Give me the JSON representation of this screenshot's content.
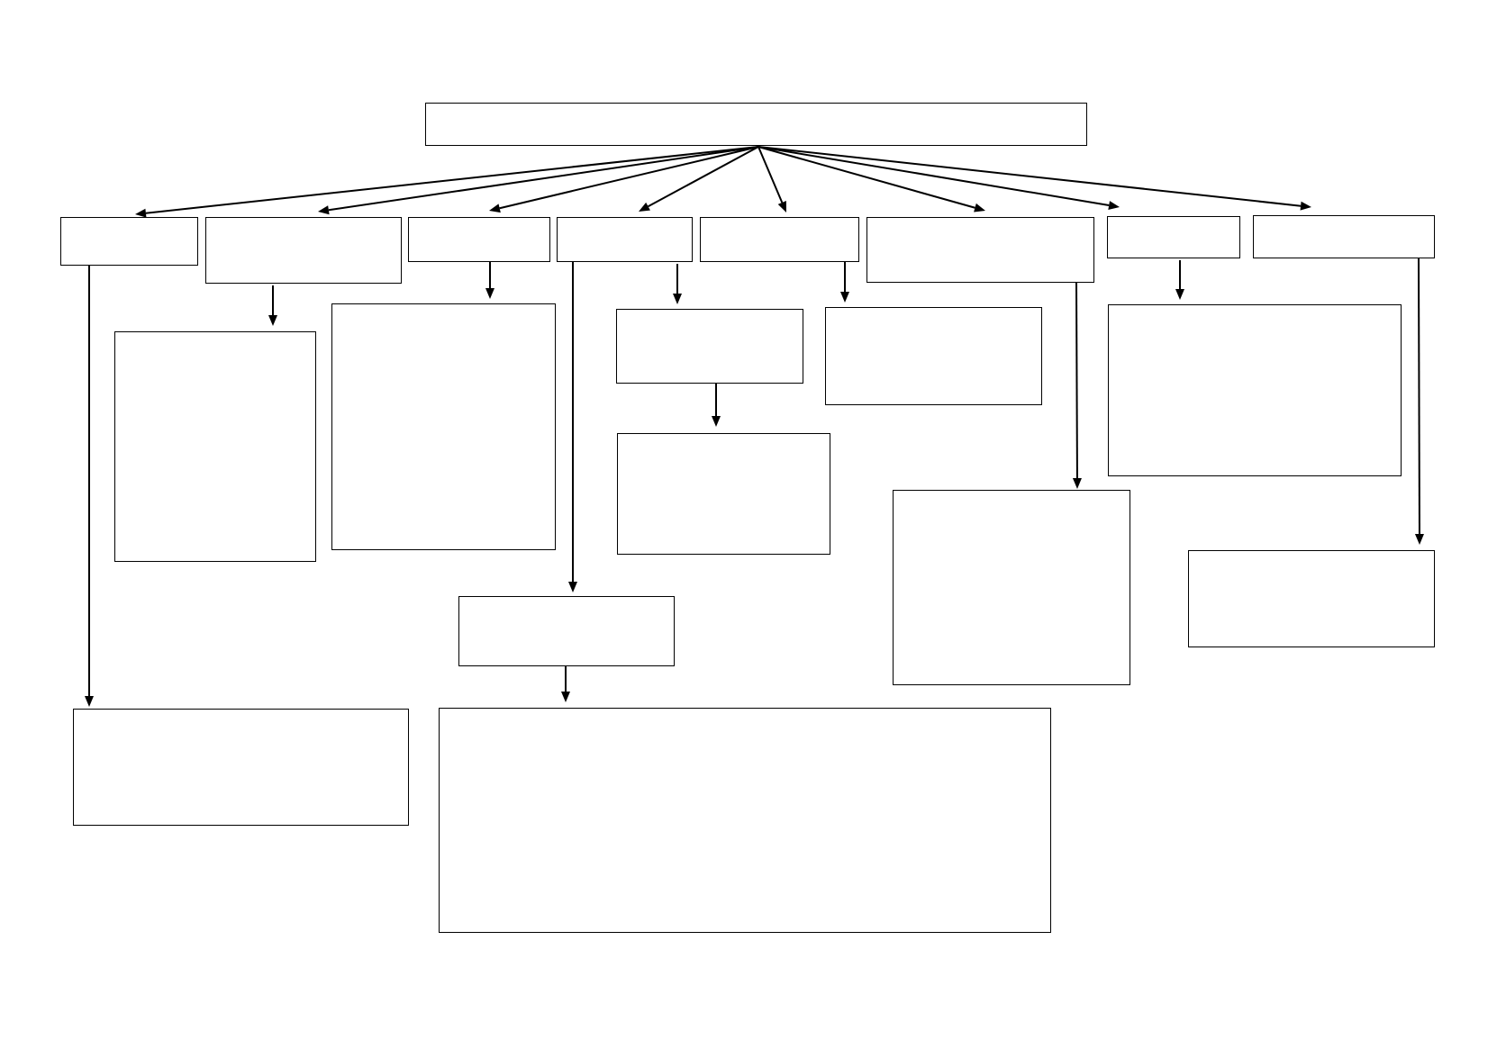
{
  "diagram": {
    "type": "blank-concept-map",
    "colors": {
      "background": "#ffffff",
      "stroke": "#000000"
    },
    "nodes": [
      {
        "id": "root",
        "text": ""
      },
      {
        "id": "l1-a",
        "text": ""
      },
      {
        "id": "l1-b",
        "text": ""
      },
      {
        "id": "l1-c",
        "text": ""
      },
      {
        "id": "l1-d",
        "text": ""
      },
      {
        "id": "l1-e",
        "text": ""
      },
      {
        "id": "l1-f",
        "text": ""
      },
      {
        "id": "l1-g",
        "text": ""
      },
      {
        "id": "l1-h",
        "text": ""
      },
      {
        "id": "b-under-b",
        "text": ""
      },
      {
        "id": "c-under-c",
        "text": ""
      },
      {
        "id": "d-mid",
        "text": ""
      },
      {
        "id": "d-lower",
        "text": ""
      },
      {
        "id": "e-under-e",
        "text": ""
      },
      {
        "id": "g-under-g",
        "text": ""
      },
      {
        "id": "f-lower",
        "text": ""
      },
      {
        "id": "h-lower",
        "text": ""
      },
      {
        "id": "d-bottom-small",
        "text": ""
      },
      {
        "id": "a-bottom",
        "text": ""
      },
      {
        "id": "bottom-large",
        "text": ""
      }
    ],
    "edges": [
      {
        "from": "root",
        "to": "l1-a"
      },
      {
        "from": "root",
        "to": "l1-b"
      },
      {
        "from": "root",
        "to": "l1-c"
      },
      {
        "from": "root",
        "to": "l1-d"
      },
      {
        "from": "root",
        "to": "l1-e"
      },
      {
        "from": "root",
        "to": "l1-f"
      },
      {
        "from": "root",
        "to": "l1-g"
      },
      {
        "from": "root",
        "to": "l1-h"
      },
      {
        "from": "l1-a",
        "to": "a-bottom"
      },
      {
        "from": "l1-b",
        "to": "b-under-b"
      },
      {
        "from": "l1-c",
        "to": "c-under-c"
      },
      {
        "from": "l1-d",
        "to": "d-bottom-small"
      },
      {
        "from": "l1-d",
        "to": "d-mid"
      },
      {
        "from": "d-mid",
        "to": "d-lower"
      },
      {
        "from": "l1-e",
        "to": "e-under-e"
      },
      {
        "from": "l1-f",
        "to": "f-lower"
      },
      {
        "from": "l1-g",
        "to": "g-under-g"
      },
      {
        "from": "l1-h",
        "to": "h-lower"
      },
      {
        "from": "d-bottom-small",
        "to": "bottom-large"
      }
    ]
  }
}
